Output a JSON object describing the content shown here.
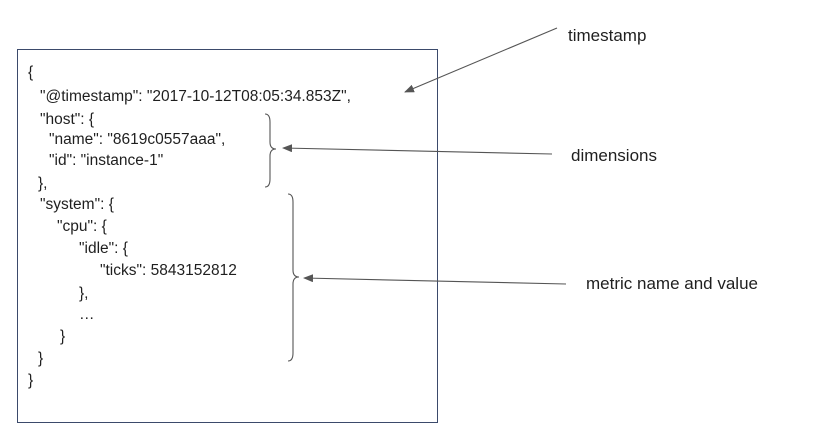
{
  "json_lines": [
    "{",
    "\"@timestamp\": \"2017-10-12T08:05:34.853Z\",",
    "\"host\": {",
    "\"name\": \"8619c0557aaa\",",
    "\"id\": \"instance-1\"",
    "},",
    "\"system\": {",
    "\"cpu\": {",
    "\"idle\": {",
    "\"ticks\": 5843152812",
    "},",
    "…",
    "}",
    "}",
    "}"
  ],
  "labels": {
    "timestamp": "timestamp",
    "dimensions": "dimensions",
    "metric": "metric name and value"
  },
  "colors": {
    "box_border": "#3b4a6b",
    "annotation": "#555555",
    "text": "#1f1f1f"
  }
}
